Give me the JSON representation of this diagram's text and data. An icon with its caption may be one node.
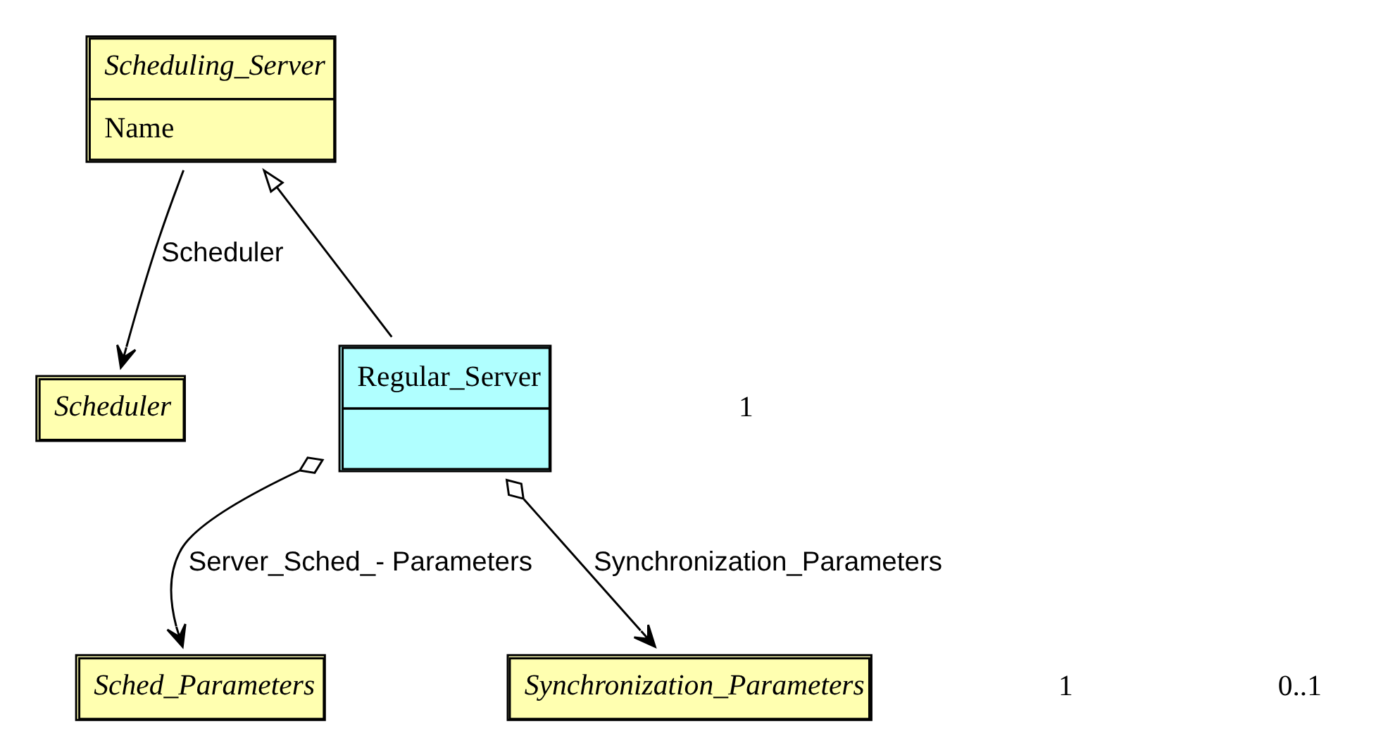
{
  "diagram": {
    "nodes": [
      {
        "text": [
          "Scheduling_Server",
          "Name"
        ]
      },
      {
        "text": [
          "Scheduler"
        ]
      },
      {
        "text": [
          "Regular_Server"
        ]
      },
      {
        "text": [
          "Sched_Parameters"
        ]
      },
      {
        "text": [
          "Synchronization_Parameters"
        ]
      }
    ],
    "edges": [
      {
        "from": 2,
        "to": 0,
        "arrow": "to"
      },
      {
        "from": 0,
        "to": 1,
        "arrow": "to",
        "label": "Scheduler"
      },
      {
        "from": 2,
        "to": 3,
        "arrow": "to",
        "label": "Server_Sched_- Parameters"
      },
      {
        "from": 2,
        "to": 4,
        "arrow": "to",
        "label": "Synchronization_Parameters"
      }
    ],
    "labels": [
      "1",
      "1",
      "0..1"
    ]
  }
}
